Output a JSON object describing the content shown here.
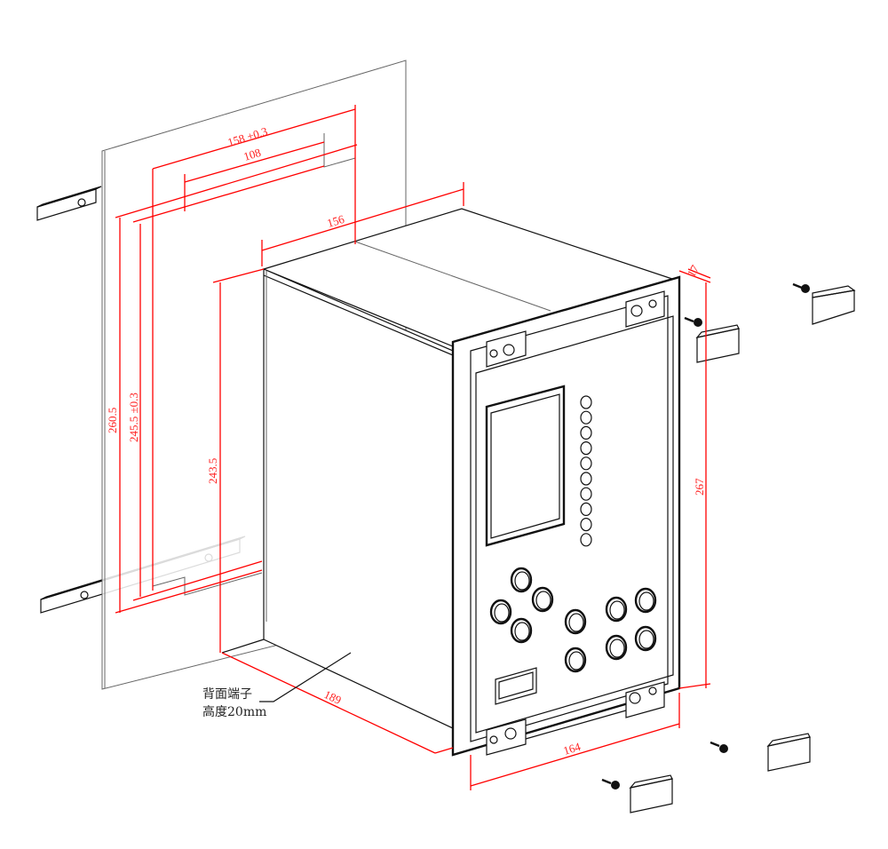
{
  "dimensions": {
    "cutout_width": "158 ±0.3",
    "inner_width": "108",
    "case_width_top": "156",
    "bezel_depth": "17",
    "panel_height": "260.5",
    "cutout_height": "245.5 ±0.3",
    "case_height": "243.5",
    "front_height": "267",
    "case_depth": "189",
    "front_width": "164"
  },
  "note": {
    "line1": "背面端子",
    "line2": "高度20mm"
  },
  "colors": {
    "dimension": "#ff0000",
    "outline": "#111111"
  }
}
